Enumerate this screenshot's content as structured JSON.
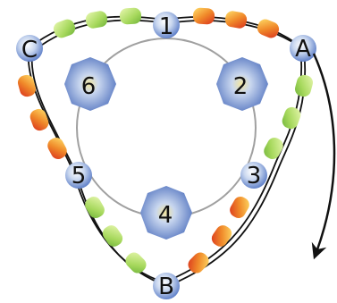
{
  "diagram": {
    "vertex_labels": {
      "C": "C",
      "A": "A",
      "B": "B"
    },
    "ring_labels": {
      "n1": "1",
      "n2": "2",
      "n3": "3",
      "n4": "4",
      "n5": "5",
      "n6": "6"
    },
    "colors": {
      "bead_green": "#a6d85c",
      "bead_orange": "#f08a2a",
      "bead_red": "#d9301d",
      "node_blue": "#5a7cc7",
      "node_light": "#c9d7ef",
      "node_yellow": "#f2e6a0",
      "ring_line": "#a0a0a0",
      "strand": "#111111"
    },
    "arrow": {
      "direction": "clockwise"
    }
  }
}
